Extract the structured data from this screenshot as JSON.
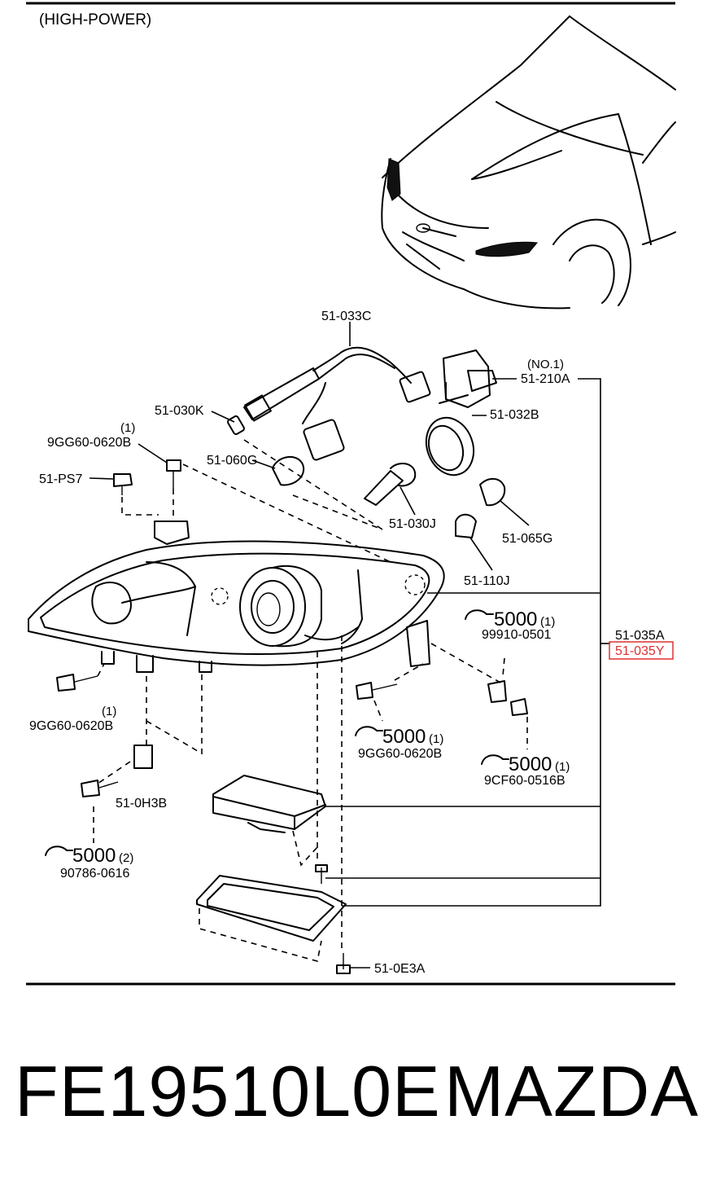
{
  "header": {
    "title": "(HIGH-POWER)"
  },
  "labels": {
    "harness": "51-033C",
    "bulb_no1": "(NO.1)",
    "bulb_210a": "51-210A",
    "p030k": "51-030K",
    "p032b": "51-032B",
    "bolt_qty_top": "(1)",
    "bolt_top": "9GG60-0620B",
    "p060g": "51-060G",
    "ps7": "51-PS7",
    "p030j": "51-030J",
    "p065g": "51-065G",
    "p110j": "51-110J",
    "torque_a": "5000",
    "torque_a_qty": "(1)",
    "part_99910": "99910-0501",
    "p035a": "51-035A",
    "p035y": "51-035Y",
    "bolt_qty_left": "(1)",
    "bolt_left": "9GG60-0620B",
    "torque_b": "5000",
    "torque_b_qty": "(1)",
    "bolt_mid": "9GG60-0620B",
    "torque_c": "5000",
    "torque_c_qty": "(1)",
    "part_9cf60": "9CF60-0516B",
    "p0h3b": "51-0H3B",
    "torque_d": "5000",
    "torque_d_qty": "(2)",
    "part_90786": "90786-0616",
    "p0e3a": "51-0E3A"
  },
  "footer": {
    "part_number": "FE19510L0E",
    "brand": "MAZDA"
  },
  "colors": {
    "highlight": "#e03030",
    "ink": "#000000"
  },
  "icons": [
    "torque-wrench-icon"
  ]
}
